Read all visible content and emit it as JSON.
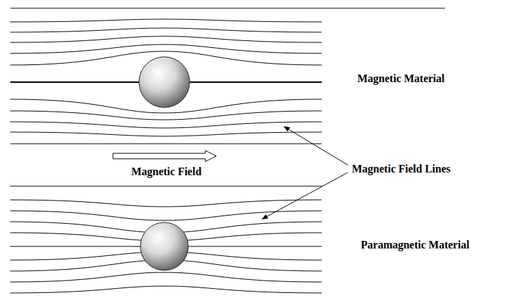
{
  "diagram": {
    "labels": [
      "Magnetic Material",
      "Magnetic Field",
      "Magnetic Field Lines",
      "Paramagnetic Material"
    ]
  }
}
